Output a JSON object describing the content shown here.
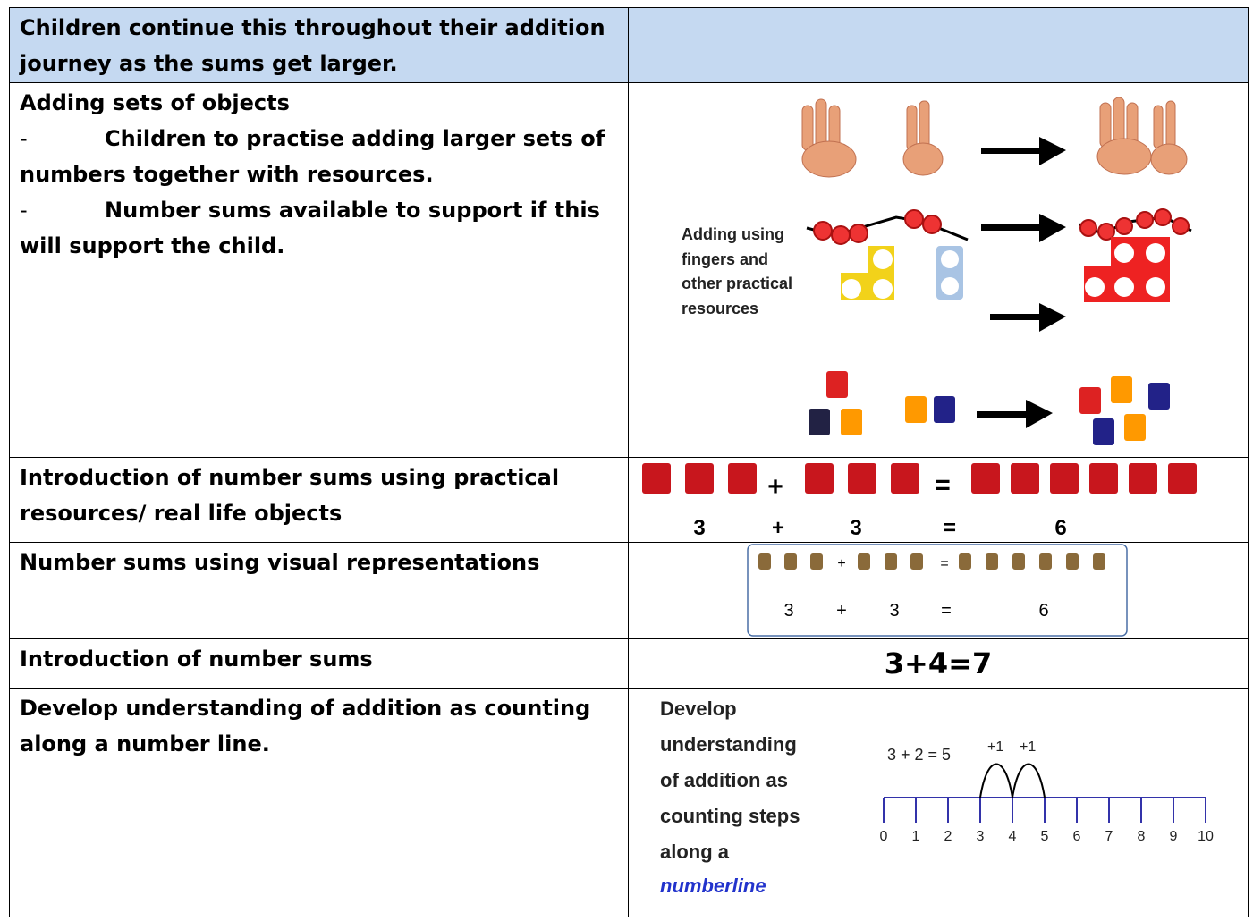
{
  "rows": [
    {
      "left_lines": [
        "Children continue this throughout their addition",
        "journey as the sums get larger."
      ]
    },
    {
      "left_title": "Adding sets of objects",
      "bullets": [
        "Children to practise adding larger sets of",
        "numbers together with resources.",
        "Number sums available to support if this",
        "will support the child."
      ],
      "right_caption": [
        "Adding using",
        "fingers and",
        "other practical",
        "resources"
      ]
    },
    {
      "left_lines": [
        "Introduction of number sums using practical",
        "resources/ real life objects"
      ],
      "eq": {
        "a": "3",
        "plus": "+",
        "b": "3",
        "eq": "=",
        "c": "6"
      }
    },
    {
      "left_lines": [
        "Number sums using visual representations"
      ],
      "eq": {
        "a": "3",
        "plus": "+",
        "b": "3",
        "eq": "=",
        "c": "6"
      }
    },
    {
      "left_lines": [
        "Introduction of number sums"
      ],
      "right_text": "3+4=7"
    },
    {
      "left_lines": [
        "Develop understanding of addition as counting",
        "along a number line."
      ],
      "right_caption": [
        "Develop",
        "understanding",
        "of addition as",
        "counting steps",
        "along a"
      ],
      "right_caption_link": "numberline",
      "numberline": {
        "equation": "3 + 2 = 5",
        "jump1": "+1",
        "jump2": "+1",
        "ticks": [
          "0",
          "1",
          "2",
          "3",
          "4",
          "5",
          "6",
          "7",
          "8",
          "9",
          "10"
        ]
      }
    }
  ],
  "colors": {
    "header_bg": "#c5d9f1",
    "line_blue": "#3333aa",
    "link_blue": "#2233cc"
  }
}
